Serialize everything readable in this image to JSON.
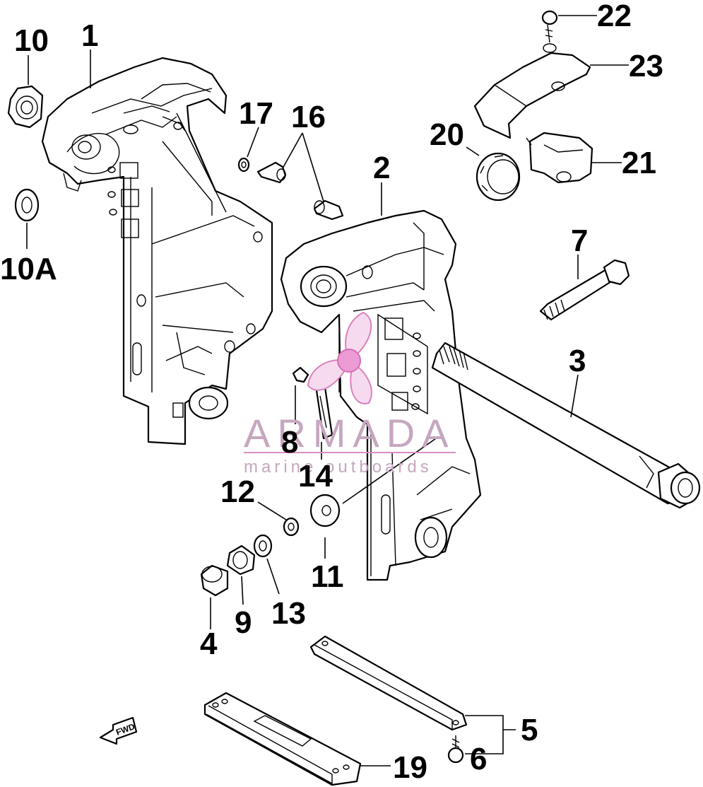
{
  "callouts": {
    "p1": "1",
    "p2": "2",
    "p3": "3",
    "p4": "4",
    "p5": "5",
    "p6": "6",
    "p7": "7",
    "p8": "8",
    "p9": "9",
    "p10": "10",
    "p10a": "10A",
    "p11": "11",
    "p12": "12",
    "p13": "13",
    "p14": "14",
    "p16": "16",
    "p17": "17",
    "p19": "19",
    "p20": "20",
    "p21": "21",
    "p22": "22",
    "p23": "23"
  },
  "watermark": {
    "brand": "ARMADA",
    "tagline": "marine outboards"
  },
  "forward_arrow_label": "FWD",
  "colors": {
    "line": "#000000",
    "background": "#ffffff",
    "watermark_text": "#c6a7bf",
    "watermark_logo": "#e58bc8"
  }
}
